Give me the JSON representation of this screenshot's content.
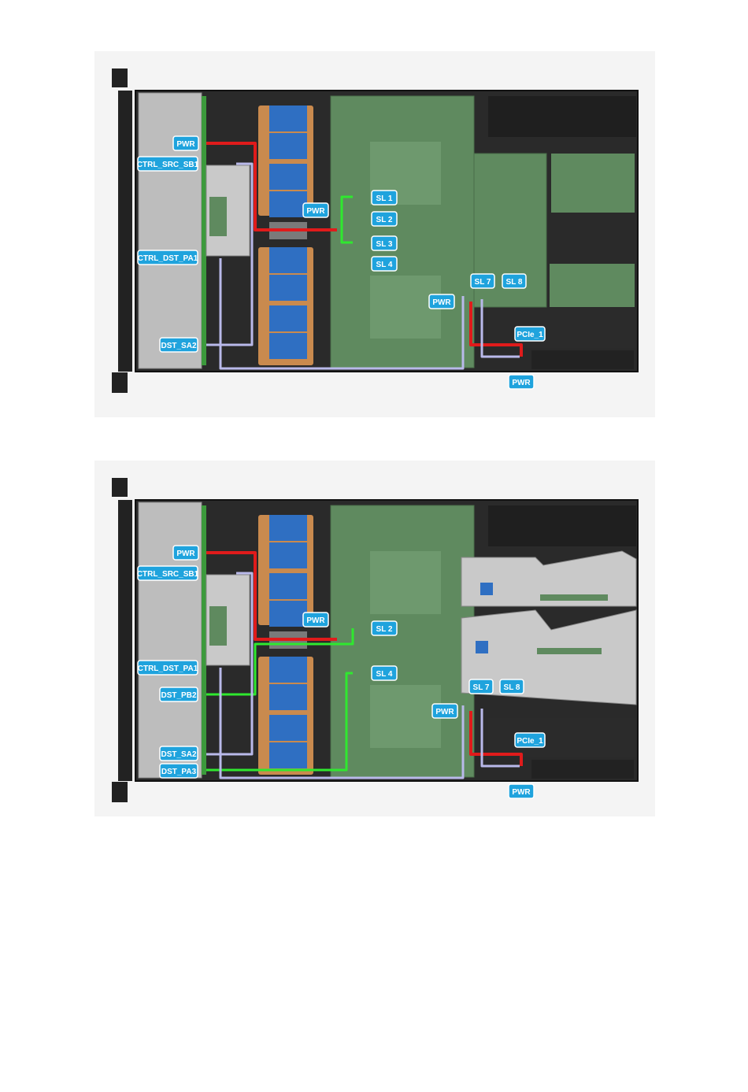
{
  "colors": {
    "chassis_dark": "#1e1e1e",
    "chassis_body": "#2b2b2b",
    "backplane": "#bdbdbd",
    "board": "#5f8a5f",
    "fan_blue": "#2f6fc2",
    "fan_frame": "#c98a4e",
    "label_fill": "#1fa3dd",
    "power_cable": "#e01b1b",
    "sideband_cable": "#2fe82f",
    "signal_cable": "#b9b9ea",
    "riser": "#c9c9c9"
  },
  "diagram1": {
    "labels": {
      "pwr_left": "PWR",
      "ctrl_src_sb1": "CTRL_SRC_SB1",
      "ctrl_dst_pa1": "CTRL_DST_PA1",
      "dst_sa2": "DST_SA2",
      "pwr_mid": "PWR",
      "sl1": "SL 1",
      "sl2": "SL 2",
      "sl3": "SL 3",
      "sl4": "SL 4",
      "sl7": "SL 7",
      "sl8": "SL 8",
      "pwr_right": "PWR",
      "pcie1": "PCIe_1",
      "pwr_bottom": "PWR"
    }
  },
  "diagram2": {
    "labels": {
      "pwr_left": "PWR",
      "ctrl_src_sb1": "CTRL_SRC_SB1",
      "ctrl_dst_pa1": "CTRL_DST_PA1",
      "dst_pb2": "DST_PB2",
      "dst_sa2": "DST_SA2",
      "dst_pa3": "DST_PA3",
      "pwr_mid": "PWR",
      "sl2": "SL 2",
      "sl4": "SL 4",
      "sl7": "SL 7",
      "sl8": "SL 8",
      "pwr_right": "PWR",
      "pcie1": "PCIe_1",
      "pwr_bottom": "PWR"
    }
  }
}
